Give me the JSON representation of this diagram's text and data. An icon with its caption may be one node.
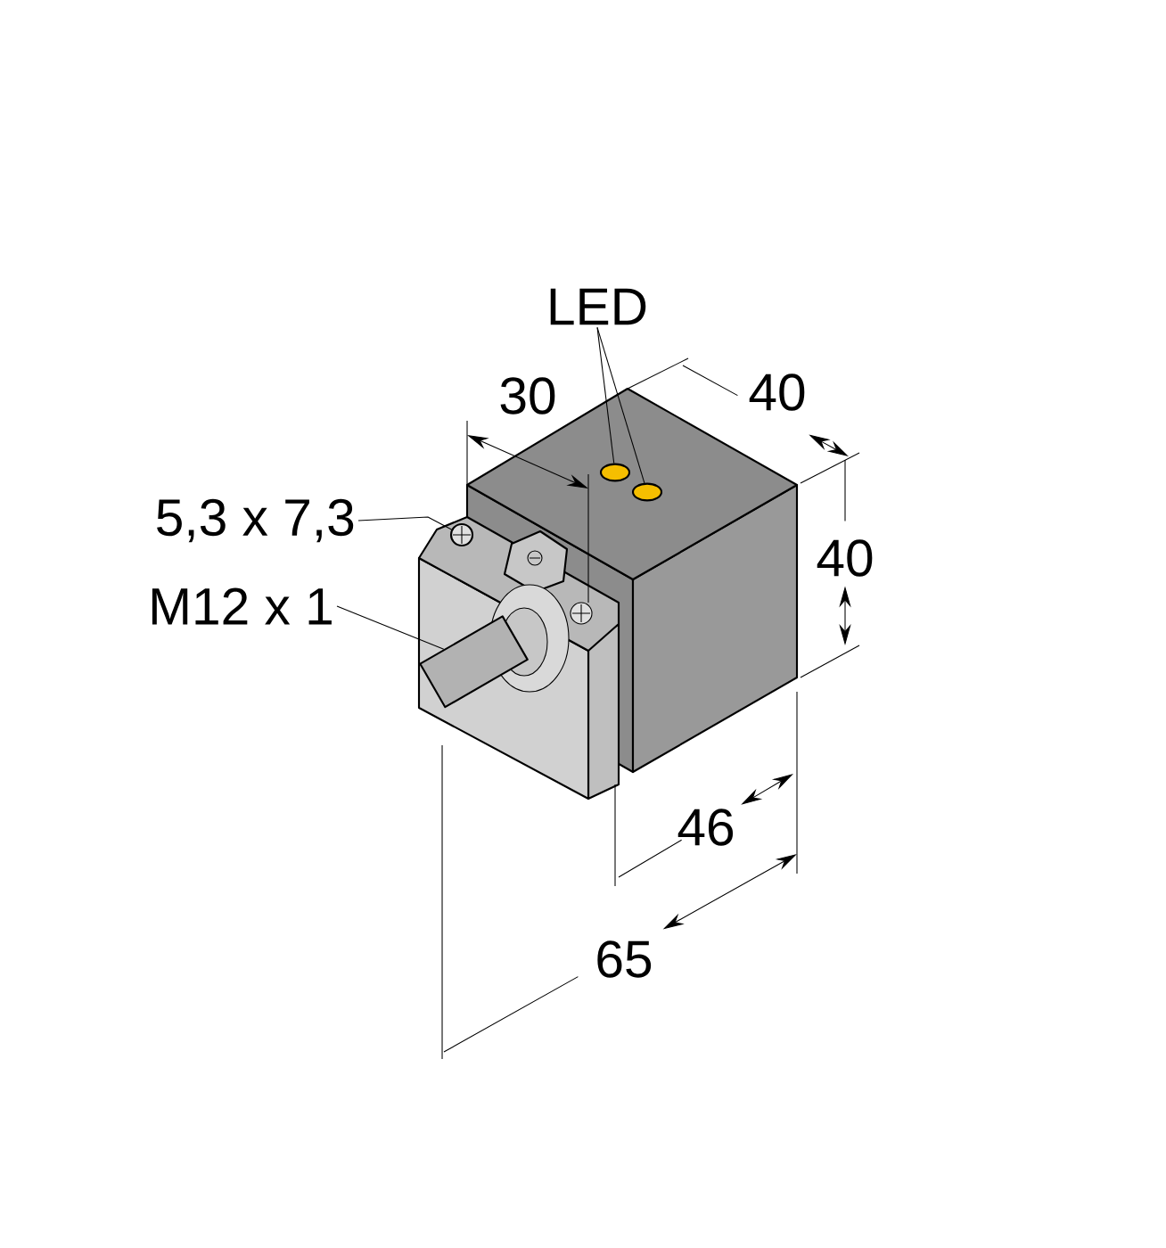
{
  "diagram": {
    "nodes": [
      {
        "text": [
          "LED"
        ]
      },
      {
        "text": [],
        "shape": "circle"
      },
      {
        "text": [],
        "shape": "circle"
      },
      {
        "text": [
          "5,3 x 7,3"
        ]
      },
      {
        "text": [],
        "shape": "circle"
      },
      {
        "text": [
          "M12 x 1"
        ]
      },
      {
        "text": [],
        "shape": "cylinder"
      }
    ],
    "edges": [
      {
        "from": 0,
        "to": 1,
        "arrow": "none"
      },
      {
        "from": 0,
        "to": 2,
        "arrow": "none"
      },
      {
        "from": 3,
        "to": 4,
        "arrow": "none"
      },
      {
        "from": 5,
        "to": 6,
        "arrow": "none"
      }
    ],
    "labels": [
      "30",
      "40",
      "40",
      "46",
      "65"
    ]
  }
}
